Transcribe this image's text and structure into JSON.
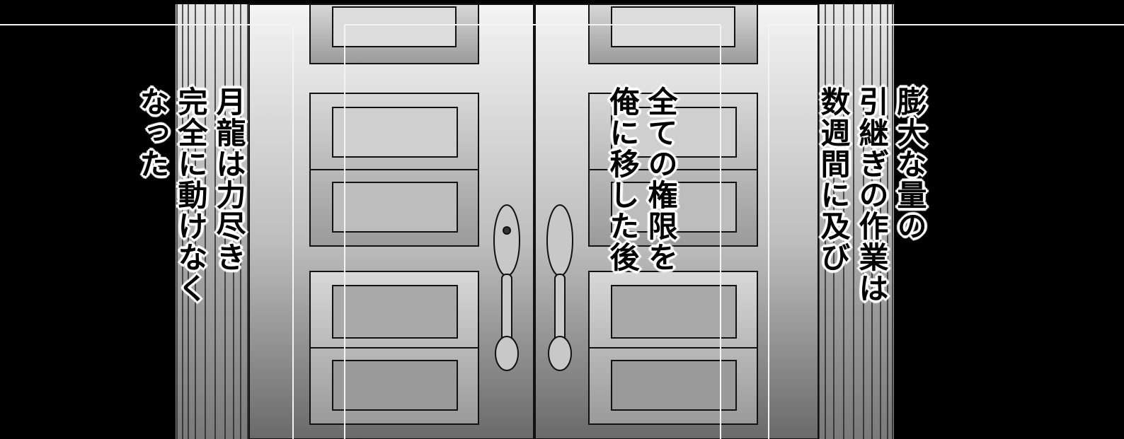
{
  "panel": {
    "captions": [
      {
        "id": "right",
        "lines": [
          "膨大な量の",
          "引継ぎの作業は",
          "数週間に及び"
        ]
      },
      {
        "id": "middle",
        "lines": [
          "全ての権限を",
          "俺に移した後"
        ]
      },
      {
        "id": "left",
        "lines": [
          "月龍は力尽き",
          "完全に動けなく",
          "なった"
        ]
      }
    ]
  },
  "colors": {
    "background": "#000000",
    "door_light": "#f2f2f2",
    "door_dark": "#6e6e6e",
    "ink": "#111111"
  },
  "icons": [
    "door-handle-icon"
  ]
}
